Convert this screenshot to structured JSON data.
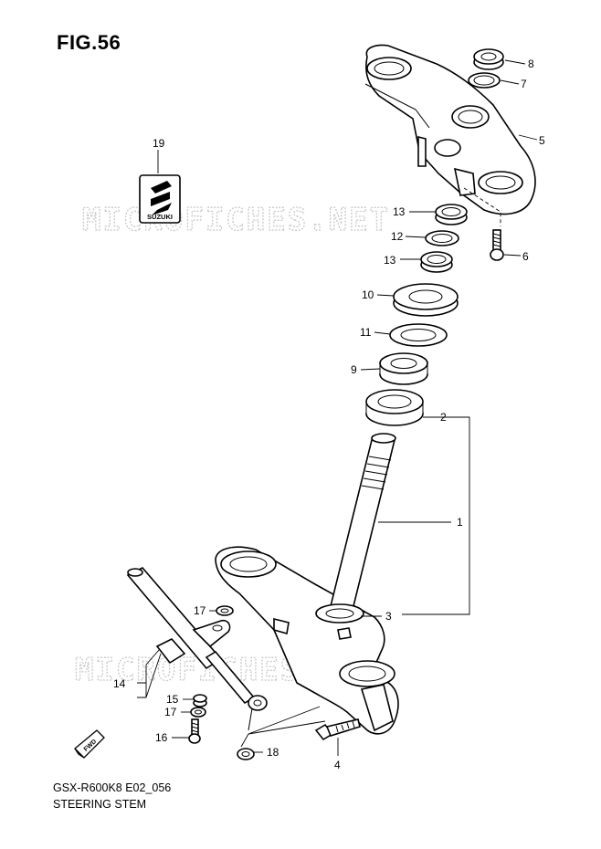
{
  "figure": {
    "title": "FIG.56",
    "model_code": "GSX-R600K8 E02_056",
    "caption": "STEERING STEM"
  },
  "watermark": {
    "text": "MICROFICHES.NET"
  },
  "emblem": {
    "brand_text": "SUZUKI"
  },
  "front_marker": {
    "text": "FWD"
  },
  "callouts": [
    {
      "id": "c1",
      "label": "1"
    },
    {
      "id": "c2",
      "label": "2"
    },
    {
      "id": "c3",
      "label": "3"
    },
    {
      "id": "c4",
      "label": "4"
    },
    {
      "id": "c5",
      "label": "5"
    },
    {
      "id": "c6",
      "label": "6"
    },
    {
      "id": "c7",
      "label": "7"
    },
    {
      "id": "c8",
      "label": "8"
    },
    {
      "id": "c9",
      "label": "9"
    },
    {
      "id": "c10",
      "label": "10"
    },
    {
      "id": "c11",
      "label": "11"
    },
    {
      "id": "c12",
      "label": "12"
    },
    {
      "id": "c13a",
      "label": "13"
    },
    {
      "id": "c13b",
      "label": "13"
    },
    {
      "id": "c14",
      "label": "14"
    },
    {
      "id": "c15",
      "label": "15"
    },
    {
      "id": "c16",
      "label": "16"
    },
    {
      "id": "c17a",
      "label": "17"
    },
    {
      "id": "c17b",
      "label": "17"
    },
    {
      "id": "c18",
      "label": "18"
    },
    {
      "id": "c19",
      "label": "19"
    }
  ]
}
